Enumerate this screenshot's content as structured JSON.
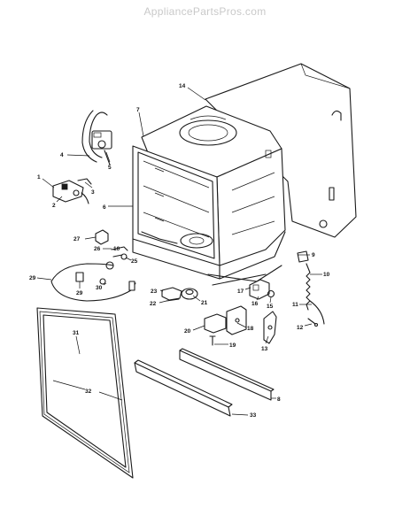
{
  "watermark": "AppliancePartsPros.com",
  "callouts": [
    {
      "id": "14",
      "label": "14"
    },
    {
      "id": "7",
      "label": "7"
    },
    {
      "id": "4",
      "label": "4"
    },
    {
      "id": "5",
      "label": "5"
    },
    {
      "id": "3",
      "label": "3"
    },
    {
      "id": "1",
      "label": "1"
    },
    {
      "id": "2",
      "label": "2"
    },
    {
      "id": "6",
      "label": "6"
    },
    {
      "id": "27",
      "label": "27"
    },
    {
      "id": "26",
      "label": "26"
    },
    {
      "id": "10a",
      "label": "10"
    },
    {
      "id": "25",
      "label": "25"
    },
    {
      "id": "29a",
      "label": "29"
    },
    {
      "id": "29b",
      "label": "29"
    },
    {
      "id": "30",
      "label": "30"
    },
    {
      "id": "9",
      "label": "9"
    },
    {
      "id": "10b",
      "label": "10"
    },
    {
      "id": "23",
      "label": "23"
    },
    {
      "id": "22",
      "label": "22"
    },
    {
      "id": "21",
      "label": "21"
    },
    {
      "id": "17",
      "label": "17"
    },
    {
      "id": "16",
      "label": "16"
    },
    {
      "id": "15",
      "label": "15"
    },
    {
      "id": "11",
      "label": "11"
    },
    {
      "id": "12",
      "label": "12"
    },
    {
      "id": "20",
      "label": "20"
    },
    {
      "id": "18",
      "label": "18"
    },
    {
      "id": "19",
      "label": "19"
    },
    {
      "id": "13",
      "label": "13"
    },
    {
      "id": "31",
      "label": "31"
    },
    {
      "id": "32",
      "label": "32"
    },
    {
      "id": "8",
      "label": "8"
    },
    {
      "id": "33",
      "label": "33"
    }
  ]
}
